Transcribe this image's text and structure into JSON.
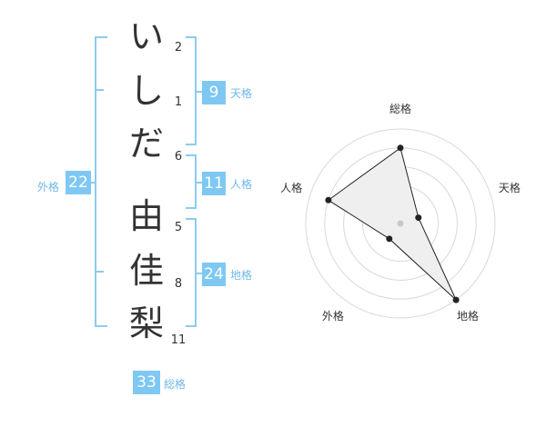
{
  "name": {
    "characters": [
      {
        "char": "い",
        "strokes": "2"
      },
      {
        "char": "し",
        "strokes": "1"
      },
      {
        "char": "だ",
        "strokes": "6"
      },
      {
        "char": "由",
        "strokes": "5"
      },
      {
        "char": "佳",
        "strokes": "8"
      },
      {
        "char": "梨",
        "strokes": "11"
      }
    ]
  },
  "fortunes": {
    "tenkaku": {
      "label": "天格",
      "value": "9"
    },
    "jinkaku": {
      "label": "人格",
      "value": "11"
    },
    "chikaku": {
      "label": "地格",
      "value": "24"
    },
    "gaikaku": {
      "label": "外格",
      "value": "22"
    },
    "soukaku": {
      "label": "総格",
      "value": "33"
    }
  },
  "chart_data": {
    "type": "radar",
    "axes": [
      "総格",
      "天格",
      "地格",
      "外格",
      "人格"
    ],
    "rings": 5,
    "values": [
      4,
      1,
      5,
      1,
      4
    ],
    "max": 5,
    "colors": {
      "fill": "#efefef",
      "line": "#222222",
      "grid": "#d8d8d8",
      "center": "#c8c8c8"
    }
  }
}
